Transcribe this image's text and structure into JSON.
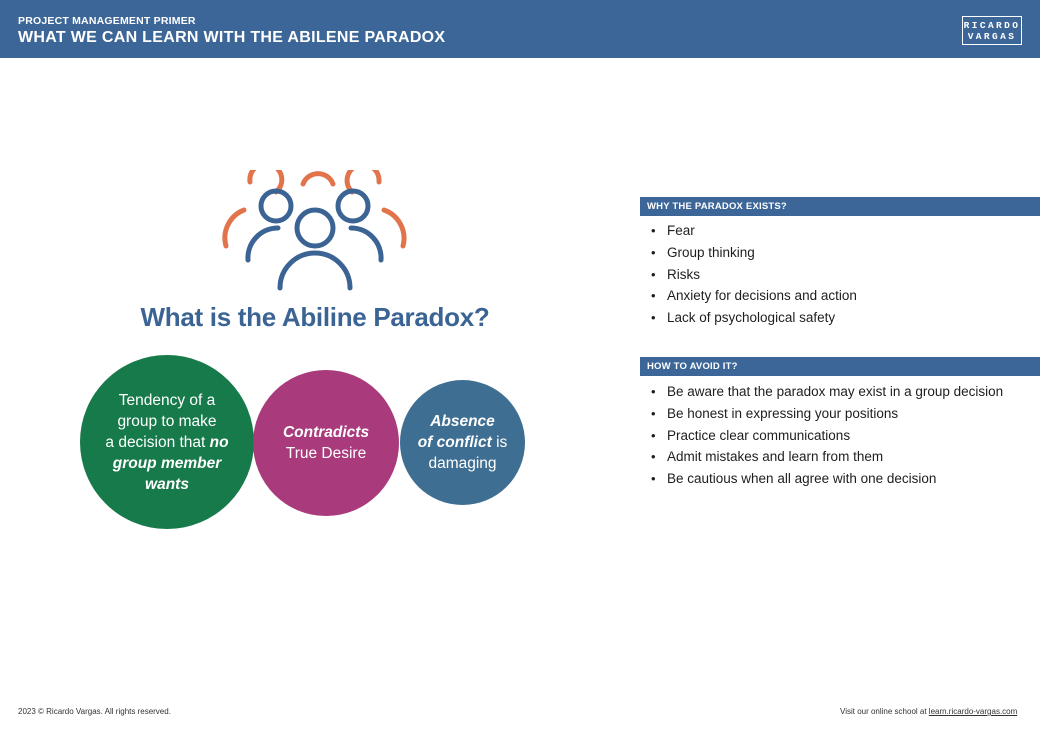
{
  "header": {
    "kicker": "PROJECT MANAGEMENT PRIMER",
    "title": "WHAT WE CAN LEARN WITH THE ABILENE PARADOX",
    "logo_line1": "RICARDO",
    "logo_line2": "VARGAS"
  },
  "main": {
    "icon": "group-people-icon",
    "heading": "What is the Abiline Paradox?",
    "circles": {
      "green": {
        "line1": "Tendency of a",
        "line2": "group to make",
        "line3_pre": "a decision that ",
        "line3_em": "no",
        "line4_em": "group member",
        "line5_em": "wants",
        "color": "#177a4a"
      },
      "pink": {
        "line1_em": "Contradicts",
        "line2": "True Desire",
        "color": "#a93a7c"
      },
      "blue": {
        "line1_em": "Absence",
        "line2_em": "of conflict",
        "line2_post": " is",
        "line3": "damaging",
        "color": "#3e6e92"
      }
    }
  },
  "why": {
    "heading": "WHY THE PARADOX EXISTS?",
    "items": [
      "Fear",
      "Group thinking",
      "Risks",
      "Anxiety for decisions and action",
      "Lack of psychological safety"
    ]
  },
  "avoid": {
    "heading": "HOW TO AVOID IT?",
    "items": [
      "Be aware that the paradox may exist in a group  decision",
      "Be honest in expressing your positions",
      "Practice clear communications",
      "Admit mistakes and learn from them",
      "Be cautious when all agree with one decision"
    ]
  },
  "footer": {
    "copyright": "2023 © Ricardo Vargas. All rights reserved.",
    "visit_text": "Visit our online school at ",
    "link": "learn.ricardo-vargas.com"
  },
  "colors": {
    "brand_blue": "#3d6698",
    "icon_orange": "#e2744b",
    "icon_blue": "#3b6494"
  }
}
